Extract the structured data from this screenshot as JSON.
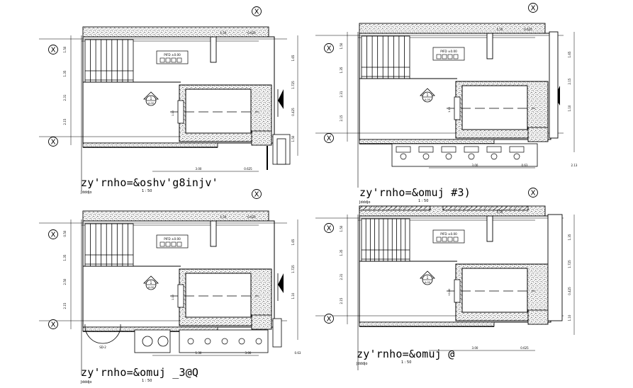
{
  "drawing": {
    "axis_marker": "X",
    "section_mark": {
      "number": "1",
      "ref": "A-00"
    },
    "level_tag": "PIFD ±0.00",
    "plans": [
      {
        "title": "zy'rnho=&oshv'g8injv'",
        "subtitle": "Jdddjo",
        "scale": "1 : 50",
        "dims_top": [
          "1.50",
          "0.625"
        ],
        "dims_left": [
          "1.50",
          "1.35",
          "2.31",
          "2.15"
        ],
        "dims_right": [
          "1.65",
          "1.725",
          "0.425",
          "1.50"
        ],
        "dims_bottom": [
          "3.00",
          "0.625"
        ],
        "dim_small": [
          "1.10",
          "1.50"
        ]
      },
      {
        "title": "zy'rnho=&omuj #3)",
        "subtitle": "Jdddjo",
        "scale": "1 : 50",
        "dims_top": [
          "1.50",
          "0.625"
        ],
        "dims_left": [
          "1.50",
          "1.35",
          "2.31",
          "2.15"
        ],
        "dims_right": [
          "1.65",
          "2.15",
          "1.10"
        ],
        "dims_bottom": [
          "3.00",
          "0.63",
          "2.13"
        ],
        "dim_small": [
          "1.10"
        ]
      },
      {
        "title": "zy'rnho=&omuj _3@Q",
        "subtitle": "Jdddjo",
        "scale": "1 : 50",
        "dims_top": [
          "1.50",
          "0.625"
        ],
        "dims_left": [
          "0.50",
          "1.35",
          "2.50",
          "2.15"
        ],
        "dims_right": [
          "1.65",
          "1.725",
          "1.10"
        ],
        "dims_bottom": [
          "1.30",
          "3.00",
          "0.63"
        ],
        "dim_small": [
          "1.10"
        ],
        "door_tag": "SD-2"
      },
      {
        "title": "zy'rnho=&omuj @",
        "subtitle": "Jdddjo",
        "scale": "1 : 50",
        "dims_top": [
          "1.50"
        ],
        "dims_left": [
          "1.50",
          "1.35",
          "2.31",
          "2.15"
        ],
        "dims_right": [
          "1.35",
          "1.725",
          "0.425",
          "1.10"
        ],
        "dims_bottom": [
          "3.00",
          "0.625"
        ],
        "dim_small": [
          "+0.00"
        ]
      }
    ]
  }
}
